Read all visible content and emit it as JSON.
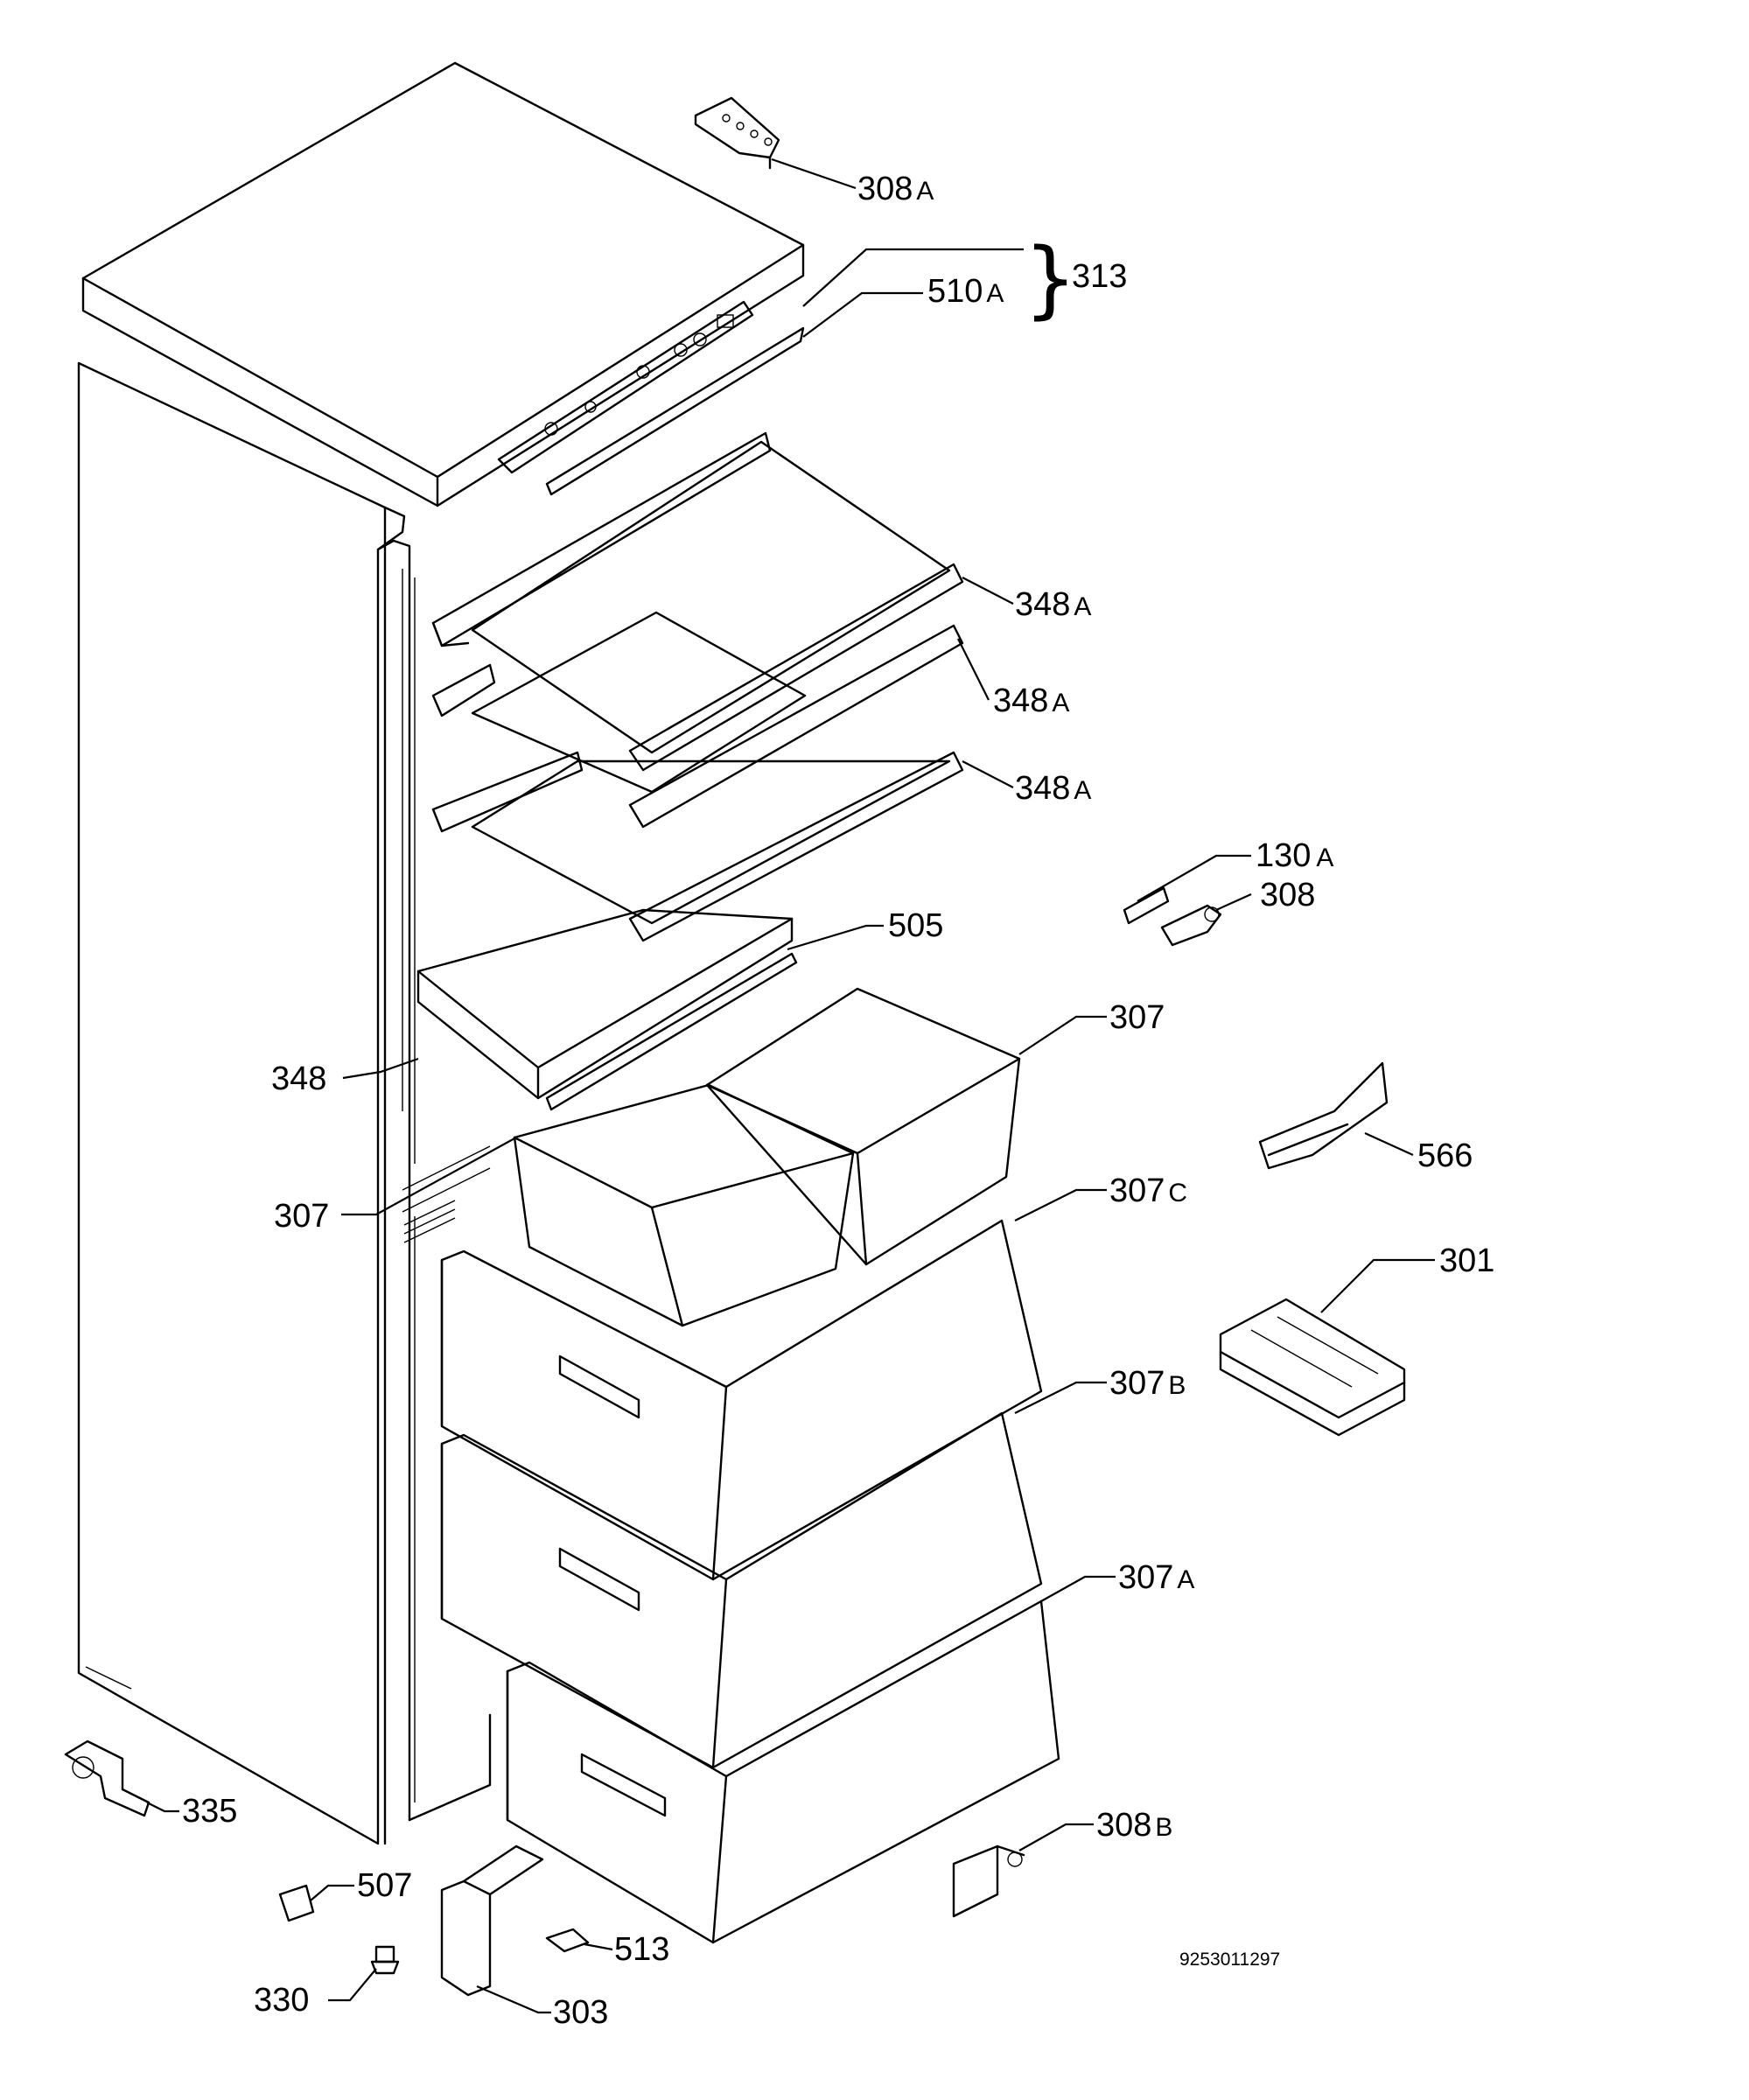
{
  "labels": [
    {
      "id": "lbl-308a",
      "num": "308",
      "suffix": "A"
    },
    {
      "id": "lbl-313",
      "num": "313",
      "suffix": ""
    },
    {
      "id": "lbl-510a",
      "num": "510",
      "suffix": "A"
    },
    {
      "id": "lbl-348a-1",
      "num": "348",
      "suffix": "A"
    },
    {
      "id": "lbl-348a-2",
      "num": "348",
      "suffix": "A"
    },
    {
      "id": "lbl-348a-3",
      "num": "348",
      "suffix": "A"
    },
    {
      "id": "lbl-130a",
      "num": "130",
      "suffix": "A"
    },
    {
      "id": "lbl-308",
      "num": "308",
      "suffix": ""
    },
    {
      "id": "lbl-505",
      "num": "505",
      "suffix": ""
    },
    {
      "id": "lbl-307-right",
      "num": "307",
      "suffix": ""
    },
    {
      "id": "lbl-348",
      "num": "348",
      "suffix": ""
    },
    {
      "id": "lbl-566",
      "num": "566",
      "suffix": ""
    },
    {
      "id": "lbl-307c",
      "num": "307",
      "suffix": "C"
    },
    {
      "id": "lbl-307-left",
      "num": "307",
      "suffix": ""
    },
    {
      "id": "lbl-301",
      "num": "301",
      "suffix": ""
    },
    {
      "id": "lbl-307b",
      "num": "307",
      "suffix": "B"
    },
    {
      "id": "lbl-307a",
      "num": "307",
      "suffix": "A"
    },
    {
      "id": "lbl-308b",
      "num": "308",
      "suffix": "B"
    },
    {
      "id": "lbl-335",
      "num": "335",
      "suffix": ""
    },
    {
      "id": "lbl-507",
      "num": "507",
      "suffix": ""
    },
    {
      "id": "lbl-513",
      "num": "513",
      "suffix": ""
    },
    {
      "id": "lbl-330",
      "num": "330",
      "suffix": ""
    },
    {
      "id": "lbl-303",
      "num": "303",
      "suffix": ""
    }
  ],
  "document_number": "9253011297"
}
